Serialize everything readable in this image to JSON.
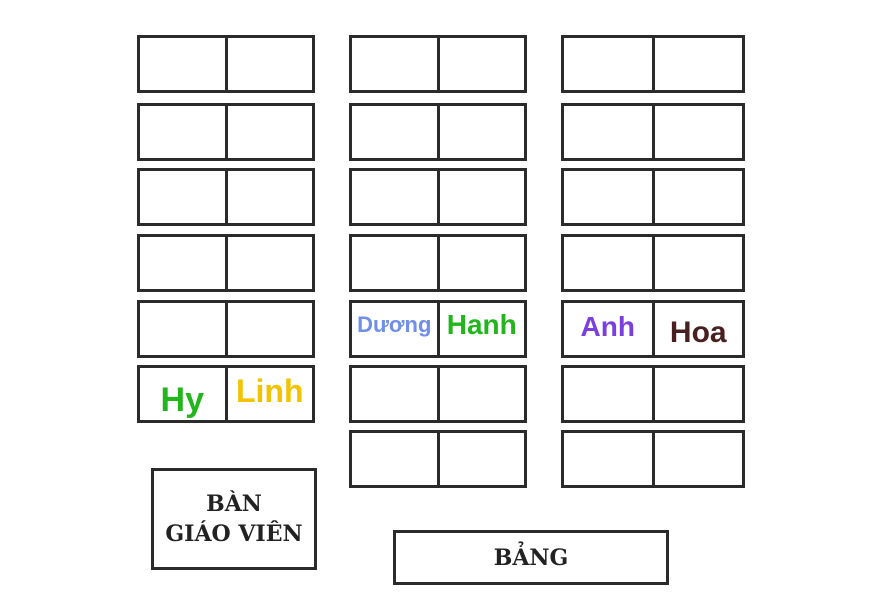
{
  "teacher_desk": {
    "line1": "BÀN",
    "line2": "GIÁO VIÊN"
  },
  "board": {
    "label": "BẢNG"
  },
  "columns": [
    {
      "id": "left",
      "desks": [
        {
          "seats": [
            {
              "name": ""
            },
            {
              "name": ""
            }
          ]
        },
        {
          "seats": [
            {
              "name": ""
            },
            {
              "name": ""
            }
          ]
        },
        {
          "seats": [
            {
              "name": ""
            },
            {
              "name": ""
            }
          ]
        },
        {
          "seats": [
            {
              "name": ""
            },
            {
              "name": ""
            }
          ]
        },
        {
          "seats": [
            {
              "name": ""
            },
            {
              "name": ""
            }
          ]
        },
        {
          "seats": [
            {
              "name": "Hy",
              "color": "#22b51c"
            },
            {
              "name": "Linh",
              "color": "#f2c300"
            }
          ]
        }
      ]
    },
    {
      "id": "middle",
      "desks": [
        {
          "seats": [
            {
              "name": ""
            },
            {
              "name": ""
            }
          ]
        },
        {
          "seats": [
            {
              "name": ""
            },
            {
              "name": ""
            }
          ]
        },
        {
          "seats": [
            {
              "name": ""
            },
            {
              "name": ""
            }
          ]
        },
        {
          "seats": [
            {
              "name": ""
            },
            {
              "name": ""
            }
          ]
        },
        {
          "seats": [
            {
              "name": "Dương",
              "color": "#6f8fe8"
            },
            {
              "name": "Hanh",
              "color": "#22b51c"
            }
          ]
        },
        {
          "seats": [
            {
              "name": ""
            },
            {
              "name": ""
            }
          ]
        },
        {
          "seats": [
            {
              "name": ""
            },
            {
              "name": ""
            }
          ]
        }
      ]
    },
    {
      "id": "right",
      "desks": [
        {
          "seats": [
            {
              "name": ""
            },
            {
              "name": ""
            }
          ]
        },
        {
          "seats": [
            {
              "name": ""
            },
            {
              "name": ""
            }
          ]
        },
        {
          "seats": [
            {
              "name": ""
            },
            {
              "name": ""
            }
          ]
        },
        {
          "seats": [
            {
              "name": ""
            },
            {
              "name": ""
            }
          ]
        },
        {
          "seats": [
            {
              "name": "Anh",
              "color": "#7b3fe0"
            },
            {
              "name": "Hoa",
              "color": "#4a1f1f"
            }
          ]
        },
        {
          "seats": [
            {
              "name": ""
            },
            {
              "name": ""
            }
          ]
        },
        {
          "seats": [
            {
              "name": ""
            },
            {
              "name": ""
            }
          ]
        }
      ]
    }
  ]
}
